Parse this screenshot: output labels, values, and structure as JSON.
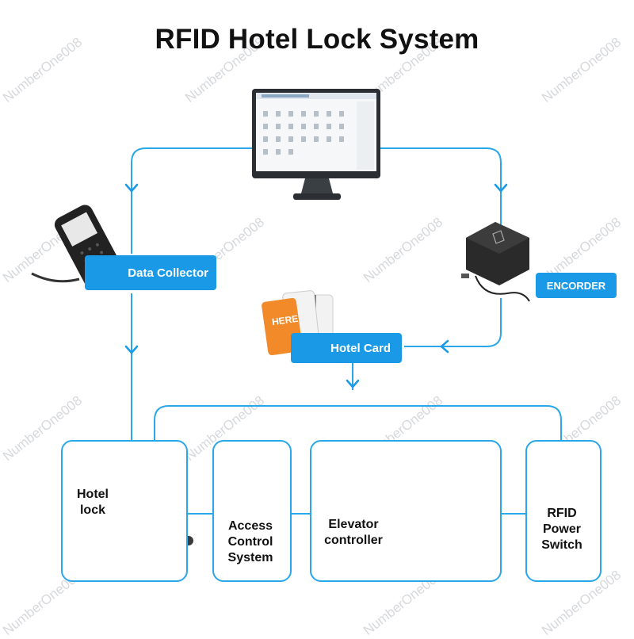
{
  "title": "RFID Hotel Lock System",
  "watermark": "NumberOne008",
  "nodes": {
    "data_collector": "Data Collector",
    "encoder": "ENCORDER",
    "hotel_card": "Hotel Card",
    "hotel_lock": [
      "Hotel",
      "lock"
    ],
    "access_control": [
      "Access",
      "Control",
      "System"
    ],
    "elevator": [
      "Elevator",
      "controller"
    ],
    "power_switch": [
      "RFID",
      "Power",
      "Switch"
    ]
  },
  "card_text": "HERE",
  "colors": {
    "accent": "#1a9ae6",
    "line": "#2aa7e8"
  }
}
